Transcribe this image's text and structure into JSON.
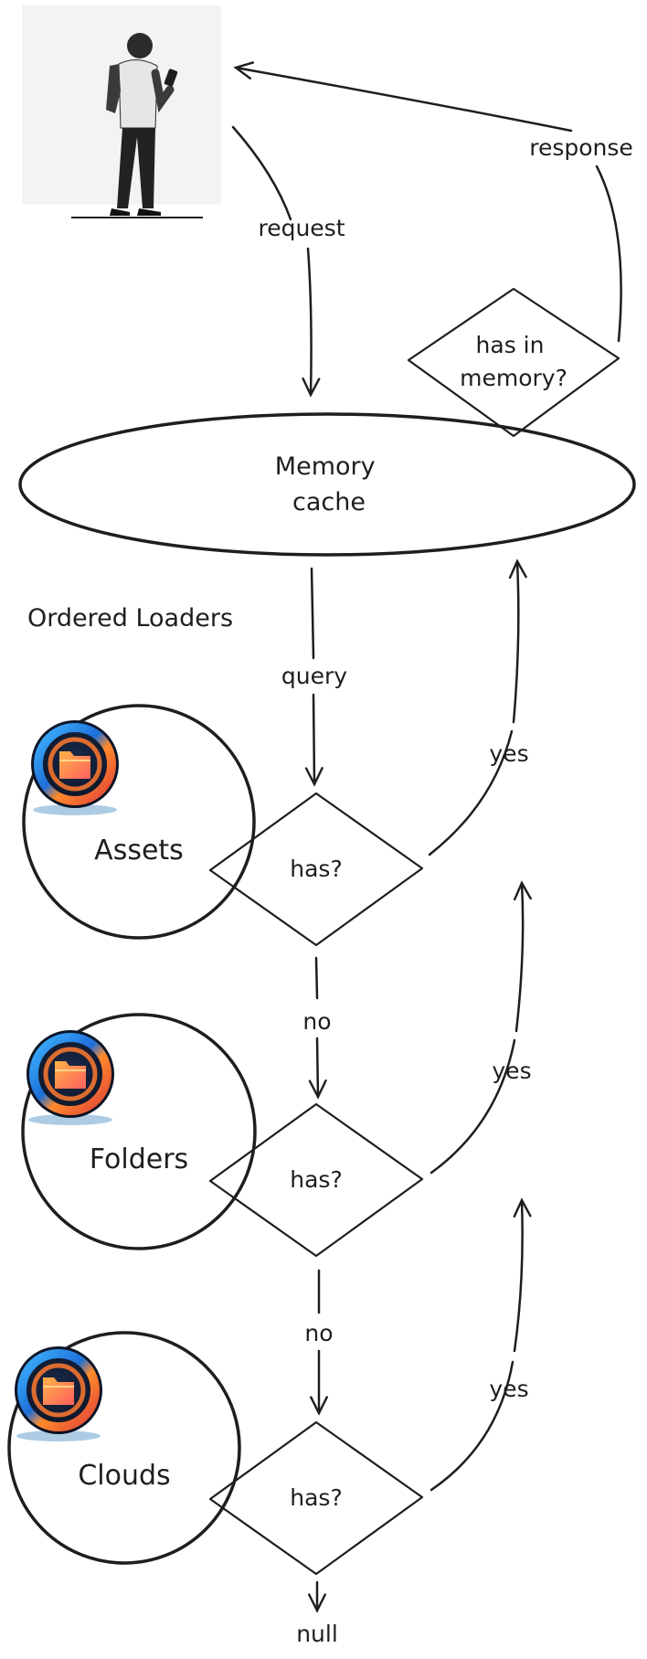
{
  "labels": {
    "request": "request",
    "response": "response",
    "has_in_memory": [
      "has in",
      "memory?"
    ],
    "memory_cache": [
      "Memory",
      "cache"
    ],
    "ordered_loaders": "Ordered Loaders",
    "query": "query",
    "yes_1": "yes",
    "yes_2": "yes",
    "yes_3": "yes",
    "no_1": "no",
    "no_2": "no",
    "null": "null"
  },
  "loaders": [
    {
      "name": "Assets",
      "decision": "has?"
    },
    {
      "name": "Folders",
      "decision": "has?"
    },
    {
      "name": "Clouds",
      "decision": "has?"
    }
  ]
}
